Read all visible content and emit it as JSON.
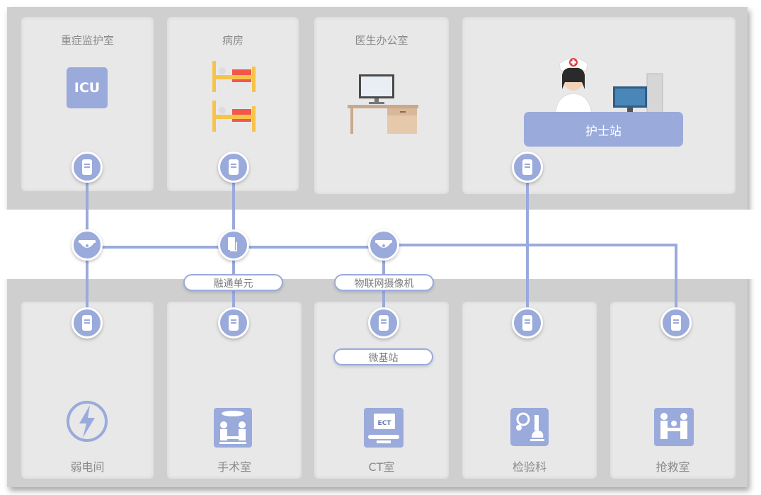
{
  "rooms_top": {
    "icu": {
      "title": "重症监护室",
      "badge": "ICU"
    },
    "ward": {
      "title": "病房"
    },
    "doctor_office": {
      "title": "医生办公室"
    },
    "nurse_station": {
      "label": "护士站"
    }
  },
  "rooms_bottom": {
    "power_room": {
      "label": "弱电间"
    },
    "operating_room": {
      "label": "手术室"
    },
    "ct_room": {
      "label": "CT室",
      "device_text": "ECT"
    },
    "lab": {
      "label": "检验科"
    },
    "emergency": {
      "label": "抢救室"
    }
  },
  "tags": {
    "fusion_unit": "融通单元",
    "iot_camera": "物联网摄像机",
    "micro_station": "微基站"
  },
  "colors": {
    "accent": "#9aaadb",
    "room_bg": "#e8e8e9",
    "wall": "#cfcfcf",
    "ward_bed": "#f2574a",
    "ward_frame": "#f7c44a",
    "text": "#8a8a8a"
  },
  "icons": [
    "icu-badge-icon",
    "bed-icon",
    "computer-desk-icon",
    "nurse-icon",
    "monitor-icon",
    "access-point-icon",
    "camera-icon",
    "fusion-unit-icon",
    "lightning-icon",
    "surgery-icon",
    "ct-scanner-icon",
    "microscope-icon",
    "rescue-icon"
  ]
}
